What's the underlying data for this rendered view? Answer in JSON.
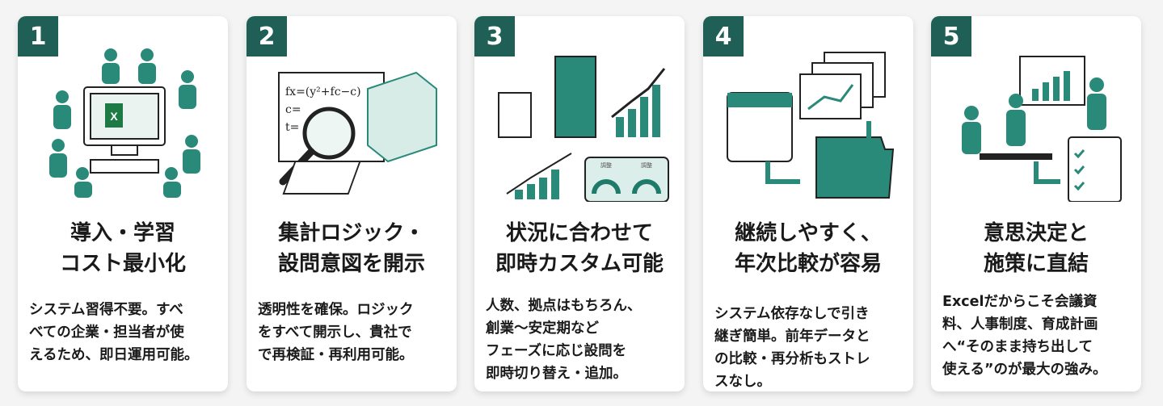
{
  "accent_color": "#1f5f56",
  "cards": [
    {
      "number": "1",
      "title": "導入・学習\nコスト最小化",
      "body": "システム習得不要。すべ\nべての企業・担当者が使\nえるため、即日運用可能。",
      "icon": "team-with-excel-computer-icon"
    },
    {
      "number": "2",
      "title": "集計ロジック・\n設問意図を開示",
      "body": "透明性を確保。ロジック\nをすべて開示し、貴社で\nで再検証・再利用可能。",
      "icon": "magnifier-formula-icon",
      "formula": "fx=(y²+fc−c)"
    },
    {
      "number": "3",
      "title": "状況に合わせて\n即時カスタム可能",
      "body": "人数、拠点はもちろん、\n創業〜安定期など\nフェーズに応じ設問を\n即時切り替え・追加。",
      "icon": "buildings-charts-gauges-icon",
      "gauge_labels": [
        "調整",
        "調整"
      ]
    },
    {
      "number": "4",
      "title": "継続しやすく、\n年次比較が容易",
      "body": "システム依存なしで引き\n継ぎ簡単。前年データと\nの比較・再分析もストレ\nスなし。",
      "icon": "calendar-reports-folder-icon"
    },
    {
      "number": "5",
      "title": "意思決定と\n施策に直結",
      "body": "Excelだからこそ会議資\n料、人事制度、育成計画\nへ“そのまま持ち出して\n使える”のが最大の強み。",
      "icon": "meeting-presentation-checklist-icon"
    }
  ]
}
